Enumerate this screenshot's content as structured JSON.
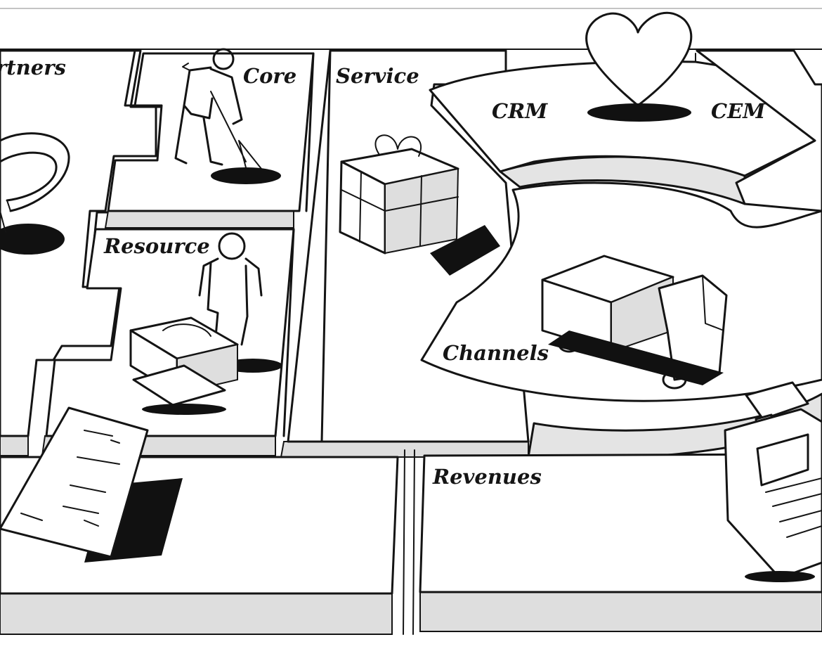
{
  "labels": {
    "partners": "rtners",
    "core": "Core",
    "resource": "Resource",
    "service": "Service",
    "crm": "CRM",
    "cem": "CEM",
    "channels": "Channels",
    "revenues": "Revenues"
  }
}
